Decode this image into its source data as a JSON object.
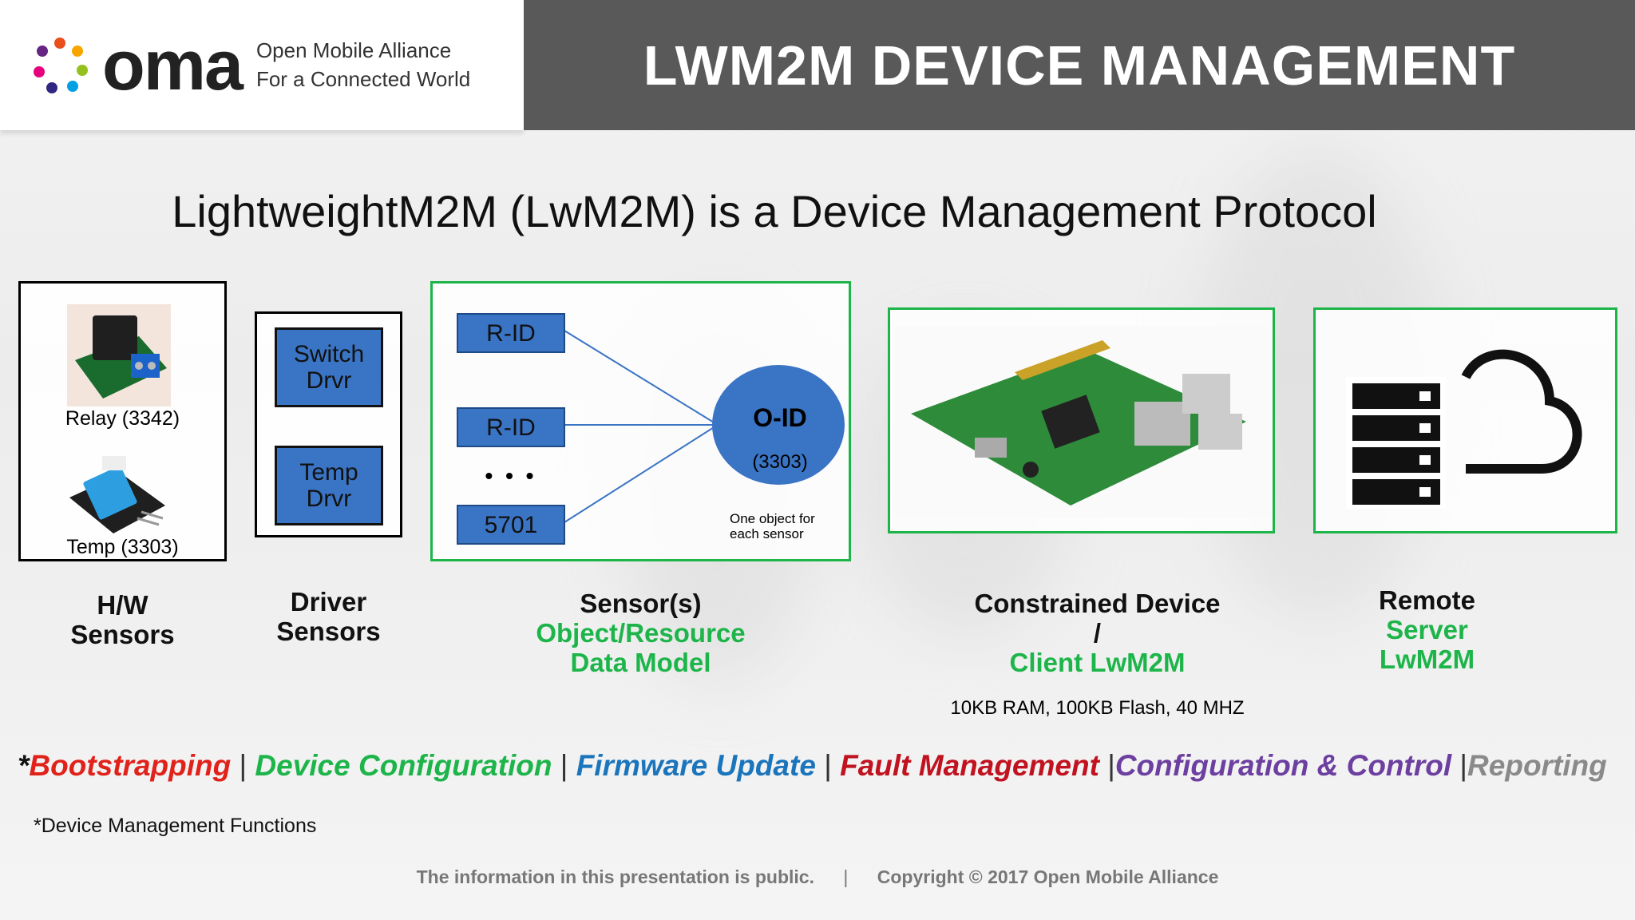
{
  "header": {
    "logo_text": "oma",
    "logo_tag_line1": "Open Mobile Alliance",
    "logo_tag_line2": "For a Connected World",
    "title": "LWM2M DEVICE MANAGEMENT"
  },
  "subtitle": "LightweightM2M (LwM2M) is a Device Management Protocol",
  "hw": {
    "relay_label": "Relay (3342)",
    "temp_label": "Temp (3303)",
    "caption_line1": "H/W",
    "caption_line2": "Sensors"
  },
  "driver": {
    "switch_line1": "Switch",
    "switch_line2": "Drvr",
    "temp_line1": "Temp",
    "temp_line2": "Drvr",
    "caption_line1": "Driver",
    "caption_line2": "Sensors"
  },
  "sensor_model": {
    "rid1": "R-ID",
    "rid2": "R-ID",
    "ellipsis": "• • •",
    "rid3": "5701",
    "oid_title": "O-ID",
    "oid_num": "(3303)",
    "note_line1": "One object for",
    "note_line2": "each sensor",
    "caption_line1": "Sensor(s)",
    "caption_line2": "Object/Resource",
    "caption_line3": "Data Model"
  },
  "device": {
    "caption_line1": "Constrained Device",
    "caption_line2": "/",
    "caption_line3": "Client  LwM2M",
    "specs": "10KB RAM, 100KB Flash, 40 MHZ"
  },
  "server": {
    "caption_line1": "Remote",
    "caption_line2": "Server",
    "caption_line3": "LwM2M"
  },
  "functions": {
    "star": "*",
    "items": [
      {
        "label": "Bootstrapping",
        "color": "#e0221b"
      },
      {
        "label": "Device Configuration",
        "color": "#1db54a"
      },
      {
        "label": "Firmware Update",
        "color": "#1b75bc"
      },
      {
        "label": "Fault Management",
        "color": "#c1121f"
      },
      {
        "label": "Configuration & Control",
        "color": "#6c3fa0"
      },
      {
        "label": "Reporting",
        "color": "#8a8a8a"
      }
    ],
    "sep": "|"
  },
  "footnote": "*Device Management Functions",
  "footer": {
    "left": "The information in this presentation is public.",
    "pipe": "|",
    "right": "Copyright © 2017  Open Mobile Alliance"
  },
  "colors": {
    "green": "#1db54a",
    "blue_box": "#3a74c4",
    "header_gray": "#595959"
  }
}
